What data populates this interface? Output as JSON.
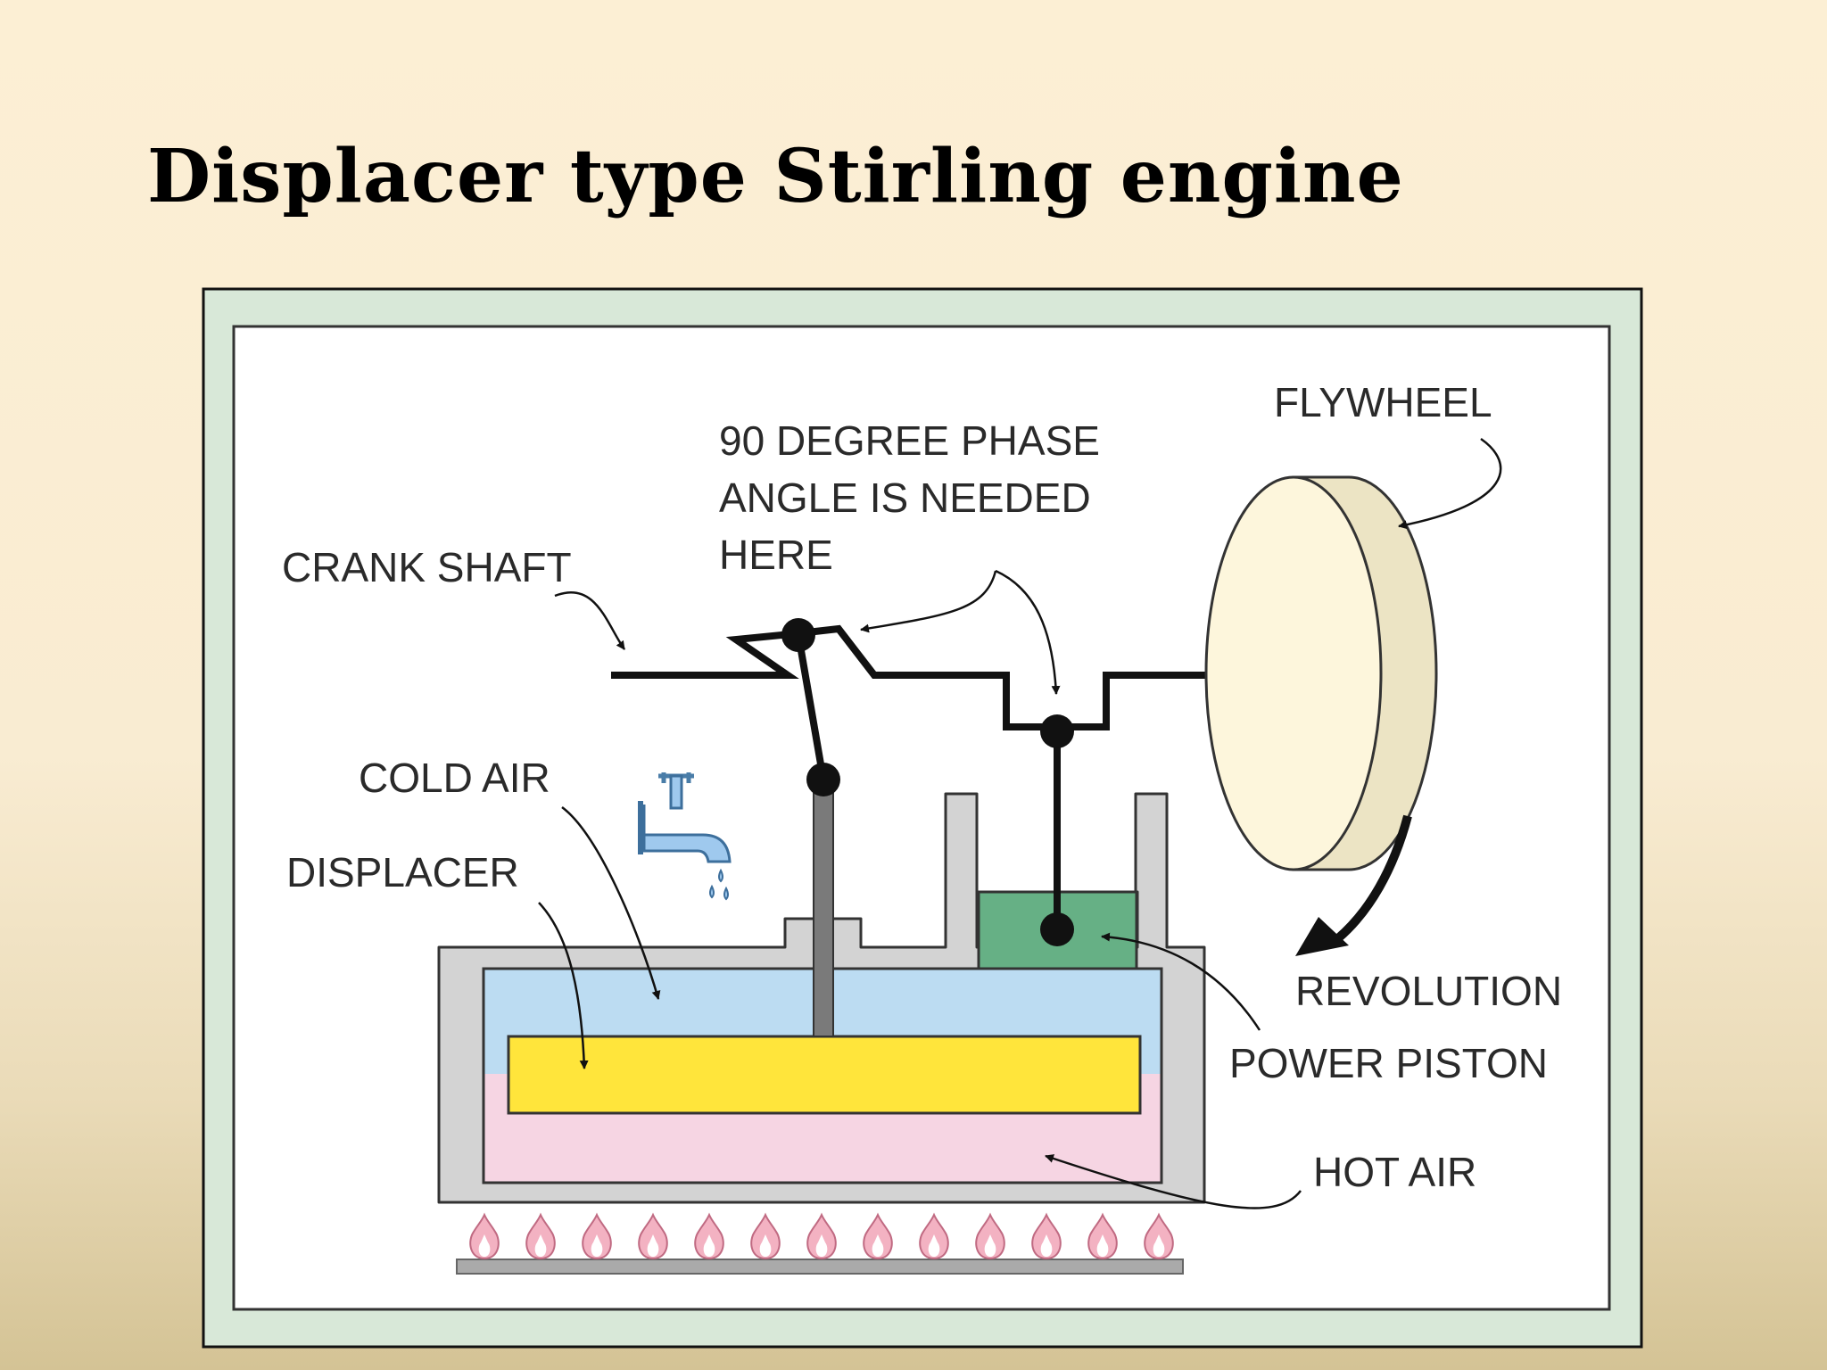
{
  "title": "Displacer type Stirling engine",
  "labels": {
    "flywheel": "FLYWHEEL",
    "phase_line1": "90 DEGREE PHASE",
    "phase_line2": "ANGLE IS NEEDED",
    "phase_line3": "HERE",
    "crank_shaft": "CRANK SHAFT",
    "cold_air": "COLD AIR",
    "displacer": "DISPLACER",
    "revolution": "REVOLUTION",
    "power_piston": "POWER PISTON",
    "hot_air": "HOT AIR"
  },
  "icons": [
    "water-tap-icon",
    "flame-icon",
    "rotation-arrow-icon"
  ],
  "colors": {
    "cold_air": "#bcdcf2",
    "hot_air": "#f6d5e3",
    "displacer": "#ffe53b",
    "power_piston": "#66b085",
    "flywheel": "#fdf6dc",
    "flywheel_rim": "#ece4c4",
    "cylinder": "#d3d3d3",
    "frame": "#d8e8d8"
  }
}
